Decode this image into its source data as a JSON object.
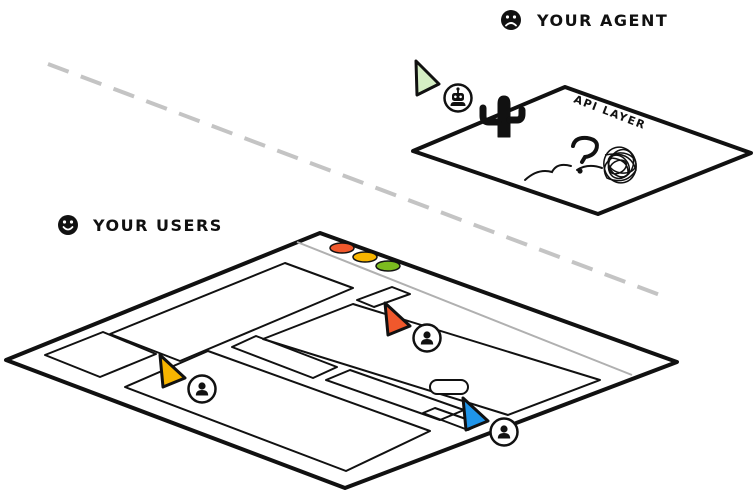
{
  "labels": {
    "agent": "YOUR AGENT",
    "users": "YOUR USERS",
    "api_layer": "API LAYER"
  },
  "icons": {
    "agent_label": "frowning-face-icon",
    "users_label": "smiling-face-icon",
    "agent_avatar": "robot-icon",
    "cactus": "cactus-icon",
    "question": "question-mark-icon",
    "scribble": "scribble-icon",
    "user_avatar": "user-icon",
    "cursor": "cursor-arrow-icon"
  },
  "colors": {
    "ink": "#111111",
    "divider": "#c4c4c4",
    "window_red": "#f0582c",
    "window_yellow": "#f7b500",
    "window_green": "#7cbb1f",
    "cursor_agent": "#d5efc4",
    "cursor_red": "#f0582c",
    "cursor_yellow": "#f7b500",
    "cursor_blue": "#1f95ea"
  }
}
